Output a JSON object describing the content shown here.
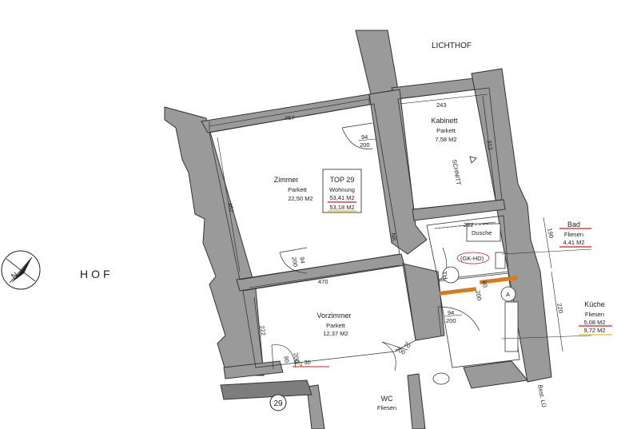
{
  "courtyard": {
    "label": "HOF",
    "lightwell": "LICHTHOF"
  },
  "apartment": {
    "name": "TOP 29",
    "type": "Wohnung",
    "area1": "53,41 M2",
    "area2": "53,18 M2",
    "underline_red": "#cc2222",
    "underline_yellow": "#e8c020"
  },
  "rooms": {
    "zimmer": {
      "name": "Zimmer",
      "floor": "Parkett",
      "area": "22,50 M2"
    },
    "kabinett": {
      "name": "Kabinett",
      "floor": "Parkett",
      "area": "7,58 M2"
    },
    "vorzimmer": {
      "name": "Vorzimmer",
      "floor": "Parkett",
      "area": "12,37 M2"
    },
    "bad": {
      "name": "Bad",
      "floor": "Fliesen",
      "area": "4,41 M2"
    },
    "kueche": {
      "name": "Küche",
      "floor": "Fliesen",
      "area1": "5,08 M2",
      "area2": "9,72 M2"
    },
    "wc": {
      "name": "WC",
      "floor": "Fliesen"
    }
  },
  "dimensions": {
    "zimmer_width": "467",
    "zimmer_height": "462",
    "kabinett_width": "243",
    "kabinett_height": "312",
    "vorzimmer_width": "470",
    "vorzimmer_height": "222",
    "bad_height": "190",
    "kueche_height": "220",
    "bad_width": "232",
    "door_94_a": "94",
    "door_200_a": "200",
    "door_94_b": "94",
    "door_200_b": "200",
    "door_94_c": "94",
    "door_200_c": "200",
    "door_90": "90",
    "door_200_d": "200",
    "door_70": "70",
    "door_200_e": "200",
    "door_80": "80",
    "door_200_f": "200"
  },
  "labels": {
    "schnitt": "SCHNITT",
    "dusche": "Dusche",
    "gk_hd": "(GK-HD)",
    "th": "TH",
    "a_symbol": "A",
    "ei_prefix": "EI",
    "ei_sub": "2",
    "ei_suffix": "30",
    "unit_number": "29",
    "bestand": "Best. LÜ",
    "nk": "NK"
  },
  "compass": {
    "letter": "N"
  },
  "colors": {
    "wall": "#9a9a9a",
    "orange": "#d97a1e"
  }
}
